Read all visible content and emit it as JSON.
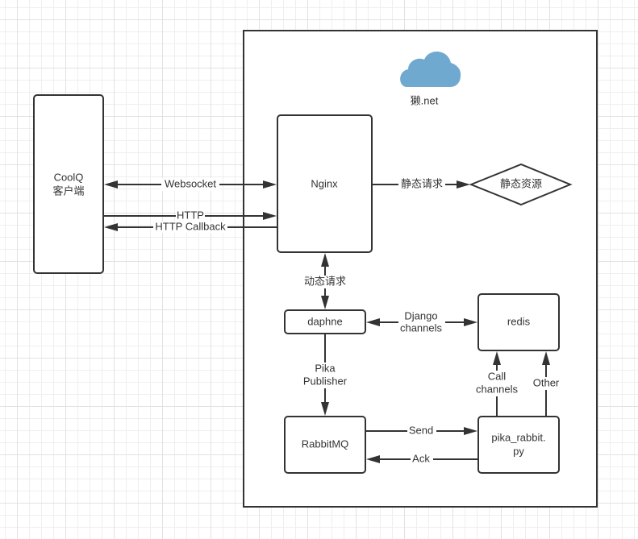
{
  "diagram": {
    "type": "architecture-flow",
    "server_group": {
      "label": "獭.net",
      "icon": "cloud-icon",
      "icon_color": "#70A9CF"
    },
    "nodes": {
      "coolq": {
        "line1": "CoolQ",
        "line2": "客户端"
      },
      "nginx": {
        "label": "Nginx"
      },
      "static_resources": {
        "label": "静态资源",
        "shape": "diamond"
      },
      "daphne": {
        "label": "daphne"
      },
      "redis": {
        "label": "redis"
      },
      "rabbitmq": {
        "label": "RabbitMQ"
      },
      "pika_rabbit": {
        "line1": "pika_rabbit.",
        "line2": "py"
      }
    },
    "edges": {
      "websocket": {
        "label": "Websocket",
        "from": "CoolQ 客户端",
        "to": "Nginx",
        "direction": "bidirectional"
      },
      "http": {
        "label": "HTTP",
        "from": "CoolQ 客户端",
        "to": "Nginx",
        "direction": "forward"
      },
      "http_callback": {
        "label": "HTTP Callback",
        "from": "Nginx",
        "to": "CoolQ 客户端",
        "direction": "forward"
      },
      "static_request": {
        "label": "静态请求",
        "from": "Nginx",
        "to": "静态资源",
        "direction": "forward"
      },
      "dynamic_request": {
        "label": "动态请求",
        "from": "Nginx",
        "to": "daphne",
        "direction": "bidirectional"
      },
      "django_channels": {
        "line1": "Django",
        "line2": "channels",
        "from": "daphne",
        "to": "redis",
        "direction": "bidirectional"
      },
      "pika_publisher": {
        "line1": "Pika",
        "line2": "Publisher",
        "from": "daphne",
        "to": "RabbitMQ",
        "direction": "forward"
      },
      "send": {
        "label": "Send",
        "from": "RabbitMQ",
        "to": "pika_rabbit.py",
        "direction": "forward"
      },
      "ack": {
        "label": "Ack",
        "from": "pika_rabbit.py",
        "to": "RabbitMQ",
        "direction": "forward"
      },
      "call_channels": {
        "line1": "Call",
        "line2": "channels",
        "from": "pika_rabbit.py",
        "to": "redis",
        "direction": "forward"
      },
      "other": {
        "label": "Other",
        "from": "pika_rabbit.py",
        "to": "redis",
        "direction": "forward"
      }
    }
  }
}
